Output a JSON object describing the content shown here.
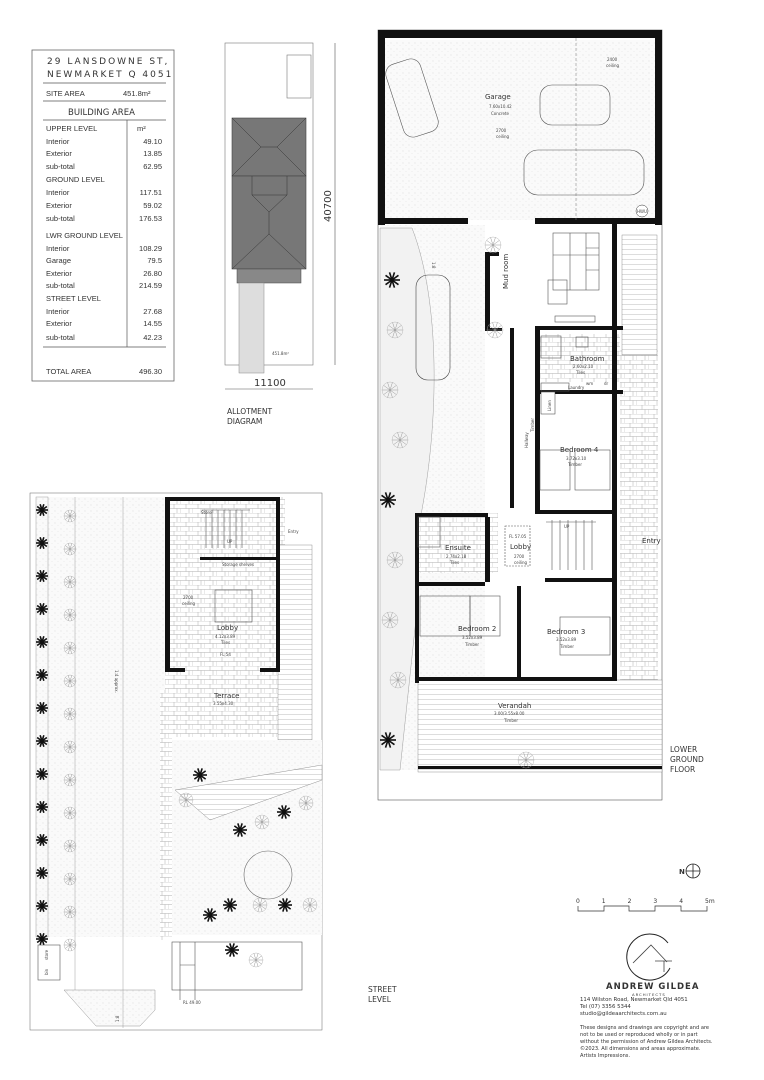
{
  "area_table": {
    "address_line1": "29 LANSDOWNE ST,",
    "address_line2": "NEWMARKET Q 4051",
    "site_area_label": "SITE AREA",
    "site_area_value": "451.8m²",
    "building_area_heading": "BUILDING AREA",
    "unit": "m²",
    "rows": [
      {
        "label": "UPPER LEVEL",
        "value": ""
      },
      {
        "label": "Interior",
        "value": "49.10"
      },
      {
        "label": "Exterior",
        "value": "13.85"
      },
      {
        "label": "sub-total",
        "value": "62.95"
      },
      {
        "label": "GROUND LEVEL",
        "value": ""
      },
      {
        "label": "Interior",
        "value": "117.51"
      },
      {
        "label": "Exterior",
        "value": "59.02"
      },
      {
        "label": "sub-total",
        "value": "176.53"
      },
      {
        "label": "LWR GROUND LEVEL",
        "value": ""
      },
      {
        "label": "Interior",
        "value": "108.29"
      },
      {
        "label": "Garage",
        "value": "79.5"
      },
      {
        "label": "Exterior",
        "value": "26.80"
      },
      {
        "label": "sub-total",
        "value": "214.59"
      },
      {
        "label": "STREET LEVEL",
        "value": ""
      },
      {
        "label": "Interior",
        "value": "27.68"
      },
      {
        "label": "Exterior",
        "value": "14.55"
      },
      {
        "label": "sub-total",
        "value": "42.23"
      },
      {
        "label": "TOTAL AREA",
        "value": "496.30"
      }
    ]
  },
  "allotment": {
    "title_line1": "ALLOTMENT",
    "title_line2": "DIAGRAM",
    "depth": "40700",
    "width": "11100",
    "area": "451.8m²"
  },
  "lower_ground_plan": {
    "title_line1": "LOWER",
    "title_line2": "GROUND",
    "title_line3": "FLOOR",
    "rooms": {
      "garage": {
        "name": "Garage",
        "size": "7.60x10.42",
        "finish": "Concrete",
        "ceiling_a": "2700",
        "ceiling_b": "2400",
        "ceiling_word": "ceiling",
        "hwu": "HWU"
      },
      "mud_room": {
        "name": "Mud room"
      },
      "bathroom": {
        "name": "Bathroom",
        "size": "2.60x2.10",
        "finish": "Tiles"
      },
      "laundry": {
        "name": "Laundry",
        "wm": "wm",
        "dr": "dr"
      },
      "linen": {
        "name": "Linen"
      },
      "hallway": {
        "name": "Hallway",
        "finish": "Timber"
      },
      "bedroom4": {
        "name": "Bedroom 4",
        "size": "3.72x3.10",
        "finish": "Timber"
      },
      "ensuite": {
        "name": "Ensuite",
        "size": "2.74x2.18",
        "finish": "Tiles"
      },
      "lobby": {
        "name": "Lobby",
        "fl": "FL 57.05",
        "ceiling": "2700",
        "ceiling_word": "ceiling"
      },
      "up": "UP",
      "entry": "Entry",
      "bedroom2": {
        "name": "Bedroom 2",
        "size": "3.52x3.89",
        "finish": "Timber"
      },
      "bedroom3": {
        "name": "Bedroom 3",
        "size": "3.52x3.89",
        "finish": "Timber"
      },
      "verandah": {
        "name": "Verandah",
        "size": "3.00/3.55x8.00",
        "finish": "Timber"
      }
    },
    "driveway_grade": "1:8"
  },
  "street_plan": {
    "title_line1": "STREET",
    "title_line2": "LEVEL",
    "rooms": {
      "store": "Store",
      "up": "UP",
      "entry": "Entry",
      "storage": "Storage shelves",
      "lobby": {
        "name": "Lobby",
        "size": "4.12x3.89",
        "finish": "Tiles",
        "fl": "FL 54",
        "ceiling": "2700",
        "ceiling_word": "ceiling"
      },
      "terrace": {
        "name": "Terrace",
        "size": "3.55x4.30"
      },
      "bin_store_a": "bin",
      "bin_store_b": "store"
    },
    "driveway_grade": "1:4 approx.",
    "driveway_grade_b": "1:8",
    "rl": "RL 49.00"
  },
  "north_arrow": {
    "label": "N"
  },
  "scale_bar": {
    "ticks": [
      "0",
      "1",
      "2",
      "3",
      "4",
      "5m"
    ]
  },
  "firm": {
    "name": "ANDREW GILDEA",
    "subtitle": "ARCHITECTS",
    "address": "114 Wilston Road, Newmarket Qld 4051",
    "phone": "Tel (07) 3356 5344",
    "email": "studio@gildeaarchitects.com.au",
    "disclaimer": [
      "These designs and drawings are copyright and are",
      "not to be used or reproduced wholly or in part",
      "without the permission of Andrew Gildea Architects.",
      "©2023. All dimensions and areas approximate.",
      "Artists Impressions."
    ]
  }
}
